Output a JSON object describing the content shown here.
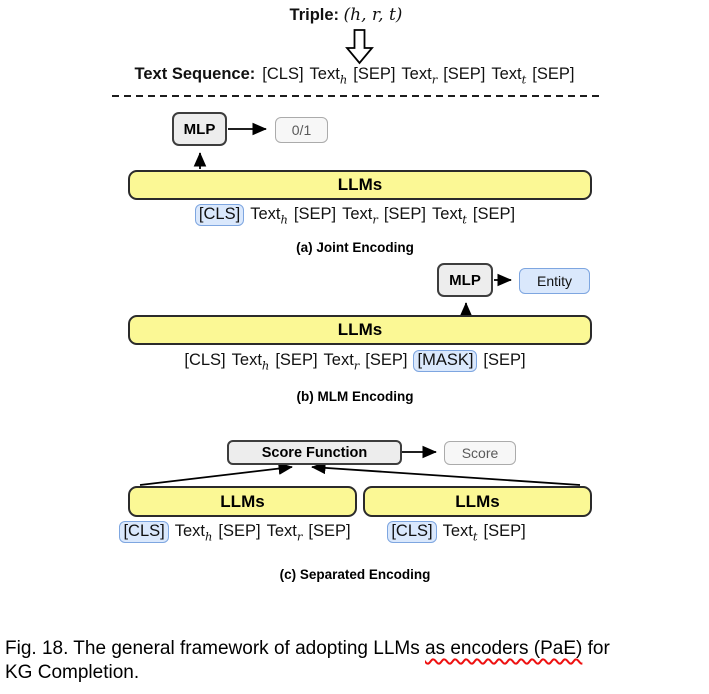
{
  "colors": {
    "llm_fill": "#FBF895",
    "llm_border": "#2b2b2b",
    "chip_fill": "#DAE8FC",
    "chip_border": "#7EA6E0",
    "box_fill": "#EDEDED",
    "box_border": "#3d3d3d",
    "output_fill": "#F7F7F7",
    "output_border": "#ABABAB",
    "output_text": "#5a5a5a",
    "squiggle": "#EE1111",
    "arrow": "#000000"
  },
  "header": {
    "triple_label": "Triple:",
    "triple_math": "(h, r, t)",
    "text_sequence_label": "Text Sequence:",
    "sequence": [
      {
        "t": "[CLS]"
      },
      {
        "t": "Text",
        "sub": "h"
      },
      {
        "t": "[SEP]"
      },
      {
        "t": "Text",
        "sub": "r"
      },
      {
        "t": "[SEP]"
      },
      {
        "t": "Text",
        "sub": "t"
      },
      {
        "t": "[SEP]"
      }
    ]
  },
  "panels": {
    "joint": {
      "mlp_label": "MLP",
      "output_label": "0/1",
      "llm_label": "LLMs",
      "tokens": [
        {
          "t": "[CLS]",
          "hl": true
        },
        {
          "t": "Text",
          "sub": "h"
        },
        {
          "t": "[SEP]"
        },
        {
          "t": "Text",
          "sub": "r"
        },
        {
          "t": "[SEP]"
        },
        {
          "t": "Text",
          "sub": "t"
        },
        {
          "t": "[SEP]"
        }
      ],
      "caption": "(a) Joint Encoding"
    },
    "mlm": {
      "mlp_label": "MLP",
      "output_label": "Entity",
      "llm_label": "LLMs",
      "tokens": [
        {
          "t": "[CLS]"
        },
        {
          "t": "Text",
          "sub": "h"
        },
        {
          "t": "[SEP]"
        },
        {
          "t": "Text",
          "sub": "r"
        },
        {
          "t": "[SEP]"
        },
        {
          "t": "[MASK]",
          "hl": true
        },
        {
          "t": "[SEP]"
        }
      ],
      "caption": "(b) MLM Encoding"
    },
    "separated": {
      "score_fn_label": "Score Function",
      "output_label": "Score",
      "llm_left_label": "LLMs",
      "llm_right_label": "LLMs",
      "tokens_left": [
        {
          "t": "[CLS]",
          "hl": true
        },
        {
          "t": "Text",
          "sub": "h"
        },
        {
          "t": "[SEP]"
        },
        {
          "t": "Text",
          "sub": "r"
        },
        {
          "t": "[SEP]"
        }
      ],
      "tokens_right": [
        {
          "t": "[CLS]",
          "hl": true
        },
        {
          "t": "Text",
          "sub": "t"
        },
        {
          "t": "[SEP]"
        }
      ],
      "caption": "(c) Separated Encoding"
    }
  },
  "figure_caption": {
    "line1_before": "Fig. 18. The general framework of adopting LLMs ",
    "line1_wavy": "as encoders (PaE)",
    "line1_after": " for",
    "line2": "KG Completion."
  }
}
